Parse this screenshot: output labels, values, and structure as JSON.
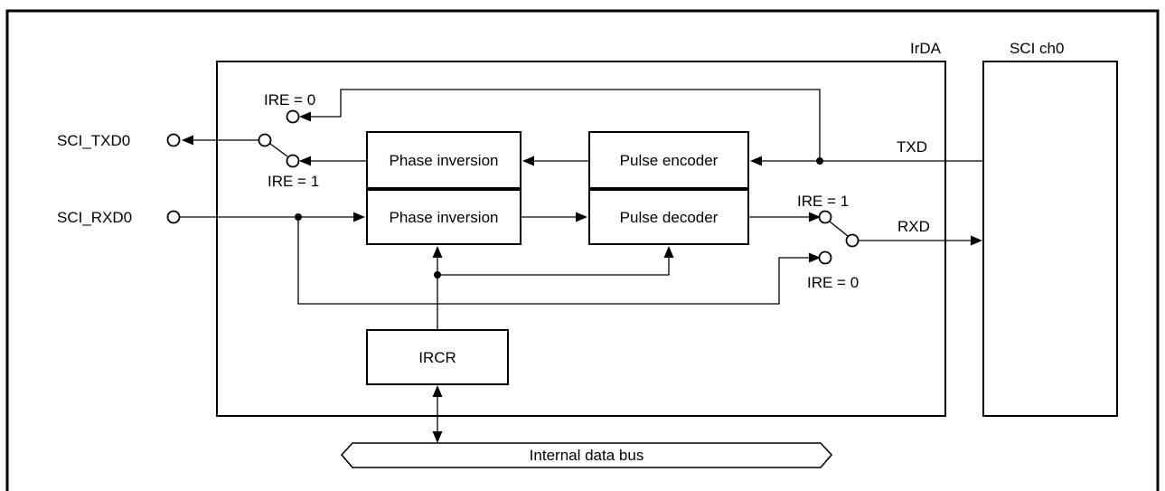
{
  "blocks": {
    "irda_label": "IrDA",
    "sci_label": "SCI ch0",
    "phase_inversion_tx": "Phase inversion",
    "pulse_encoder": "Pulse encoder",
    "phase_inversion_rx": "Phase inversion",
    "pulse_decoder": "Pulse decoder",
    "ircr": "IRCR",
    "internal_bus": "Internal data bus"
  },
  "pins": {
    "txd_pin": "SCI_TXD0",
    "rxd_pin": "SCI_RXD0"
  },
  "signals": {
    "txd": "TXD",
    "rxd": "RXD"
  },
  "switch_labels": {
    "tx_ire0": "IRE = 0",
    "tx_ire1": "IRE = 1",
    "rx_ire1": "IRE = 1",
    "rx_ire0": "IRE = 0"
  }
}
